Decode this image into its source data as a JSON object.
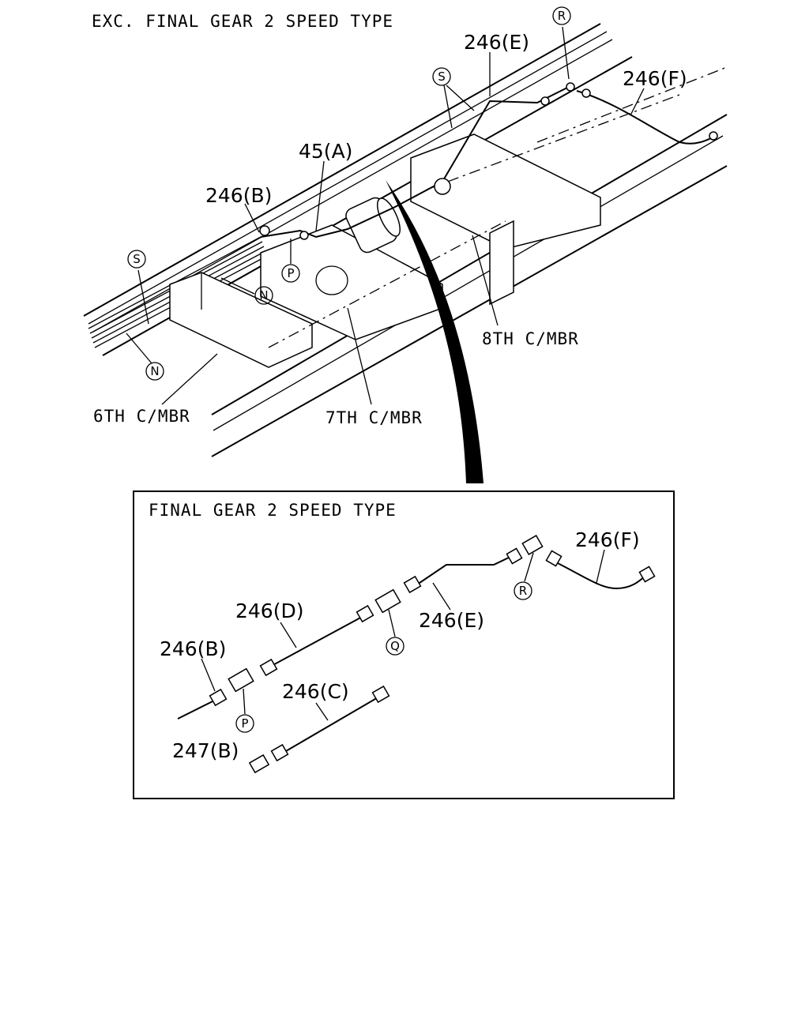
{
  "top_view": {
    "title": "EXC. FINAL GEAR 2 SPEED TYPE",
    "labels": {
      "p246e": "246(E)",
      "p246f": "246(F)",
      "p45a": "45(A)",
      "p246b": "246(B)",
      "member6": "6TH C/MBR",
      "member7": "7TH C/MBR",
      "member8": "8TH C/MBR"
    },
    "callouts": {
      "r": "R",
      "s_upper": "S",
      "s_left": "S",
      "p": "P",
      "n_upper": "N",
      "n_lower": "N"
    }
  },
  "inset": {
    "title": "FINAL GEAR 2 SPEED TYPE",
    "labels": {
      "p246f": "246(F)",
      "p246d": "246(D)",
      "p246e": "246(E)",
      "p246b": "246(B)",
      "p246c": "246(C)",
      "p247b": "247(B)"
    },
    "callouts": {
      "r": "R",
      "q": "Q",
      "p": "P"
    }
  }
}
